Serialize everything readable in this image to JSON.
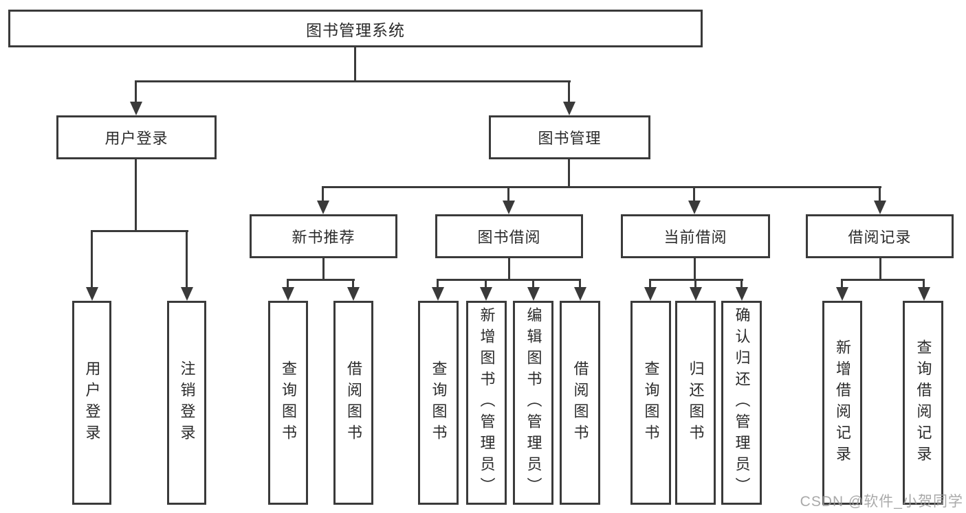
{
  "diagram": {
    "type": "hierarchy-tree",
    "title": "图书管理系统",
    "nodes": {
      "root": {
        "label": "图书管理系统"
      },
      "user_login": {
        "label": "用户登录"
      },
      "book_mgmt": {
        "label": "图书管理"
      },
      "new_book_rec": {
        "label": "新书推荐"
      },
      "book_borrow": {
        "label": "图书借阅"
      },
      "current_borrow": {
        "label": "当前借阅"
      },
      "borrow_records": {
        "label": "借阅记录"
      },
      "leaf_user_login": {
        "label": "用户登录"
      },
      "leaf_logout": {
        "label": "注销登录"
      },
      "leaf_query_book_rec": {
        "label": "查询图书"
      },
      "leaf_borrow_book_rec": {
        "label": "借阅图书"
      },
      "leaf_query_book_borrow": {
        "label": "查询图书"
      },
      "leaf_add_book": {
        "label": "新增图书（管理员）"
      },
      "leaf_edit_book": {
        "label": "编辑图书（管理员）"
      },
      "leaf_borrow_book": {
        "label": "借阅图书"
      },
      "leaf_query_book_current": {
        "label": "查询图书"
      },
      "leaf_return_book": {
        "label": "归还图书"
      },
      "leaf_confirm_return": {
        "label": "确认归还（管理员）"
      },
      "leaf_add_borrow_record": {
        "label": "新增借阅记录"
      },
      "leaf_query_borrow_record": {
        "label": "查询借阅记录"
      }
    },
    "edges": [
      {
        "from": "图书管理系统",
        "to": [
          "用户登录",
          "图书管理"
        ]
      },
      {
        "from": "用户登录",
        "to": [
          "用户登录",
          "注销登录"
        ]
      },
      {
        "from": "图书管理",
        "to": [
          "新书推荐",
          "图书借阅",
          "当前借阅",
          "借阅记录"
        ]
      },
      {
        "from": "新书推荐",
        "to": [
          "查询图书",
          "借阅图书"
        ]
      },
      {
        "from": "图书借阅",
        "to": [
          "查询图书",
          "新增图书（管理员）",
          "编辑图书（管理员）",
          "借阅图书"
        ]
      },
      {
        "from": "当前借阅",
        "to": [
          "查询图书",
          "归还图书",
          "确认归还（管理员）"
        ]
      },
      {
        "from": "借阅记录",
        "to": [
          "新增借阅记录",
          "查询借阅记录"
        ]
      }
    ]
  },
  "watermark": {
    "text": "CSDN @软件_小贺同学",
    "color": "#9b9b9b"
  },
  "colors": {
    "line": "#3a3a3a",
    "border": "#3a3a3a",
    "text": "#2b2b2b",
    "box_fill": "#ffffff",
    "background": "#ffffff"
  }
}
